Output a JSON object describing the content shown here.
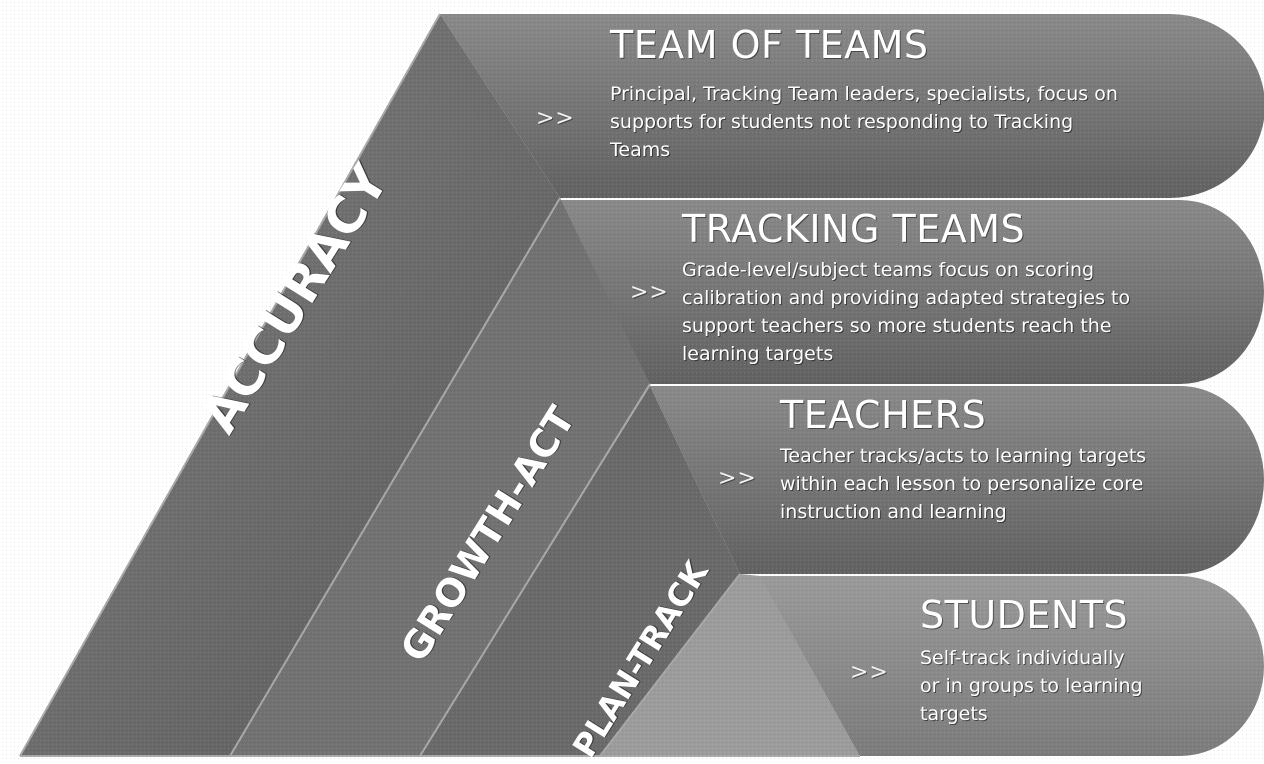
{
  "colors": {
    "tier_fill": "#7a7a7a",
    "tier_fill_dark": "#5e5e5e",
    "tier_fill_light": "#8f8f8f",
    "pyramid_face": "#6d6d6d",
    "pyramid_edge": "#9a9a9a",
    "text": "#ffffff"
  },
  "pyramid": {
    "outer_label": "ACCURACY",
    "middle_label": "GROWTH-ACT",
    "inner_label": "PLAN-TRACK"
  },
  "tiers": [
    {
      "title": "TEAM OF TEAMS",
      "arrow": ">>",
      "description_lines": [
        "Principal, Tracking Team leaders, specialists,  focus on",
        "supports for students not responding to Tracking",
        "Teams"
      ]
    },
    {
      "title": "TRACKING TEAMS",
      "arrow": ">>",
      "description_lines": [
        "Grade-level/subject teams focus on scoring",
        "calibration and providing adapted strategies to",
        "support teachers so more students reach the",
        "learning targets"
      ]
    },
    {
      "title": "TEACHERS",
      "arrow": ">>",
      "description_lines": [
        "Teacher tracks/acts to learning targets",
        "within each lesson to personalize core",
        "instruction and learning"
      ]
    },
    {
      "title": "STUDENTS",
      "arrow": ">>",
      "description_lines": [
        "Self-track individually",
        "or in groups to learning",
        "targets"
      ]
    }
  ]
}
